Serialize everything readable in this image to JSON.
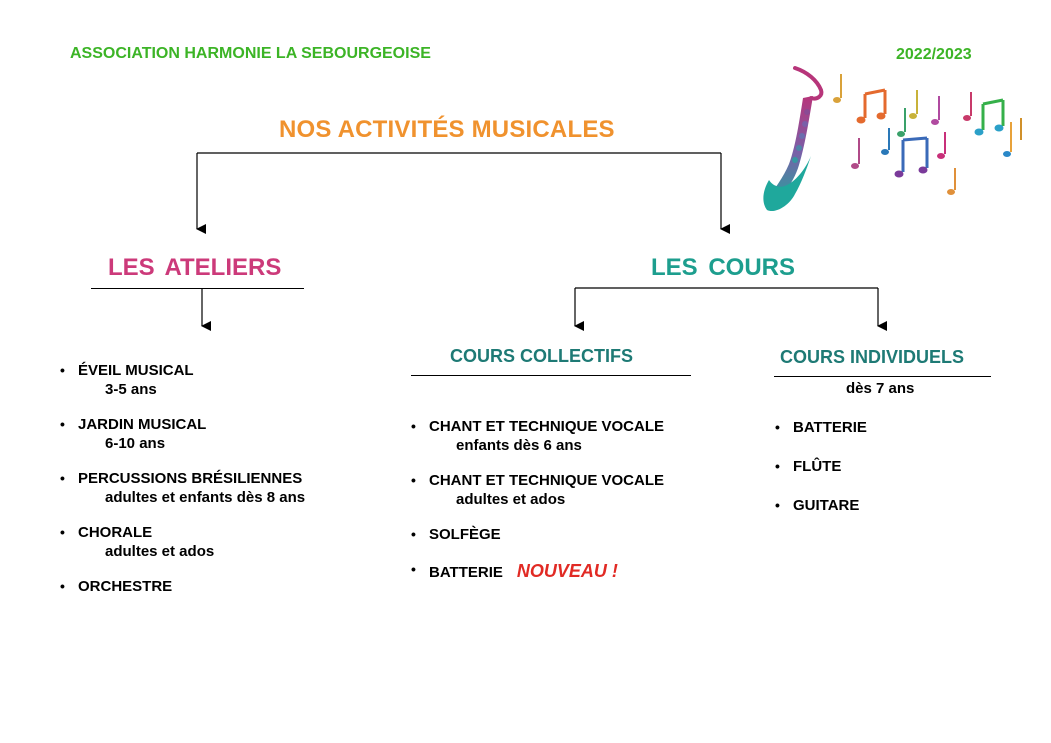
{
  "header": {
    "association": "ASSOCIATION HARMONIE LA SEBOURGEOISE",
    "season": "2022/2023"
  },
  "title": "NOS ACTIVITÉS MUSICALES",
  "ateliers": {
    "heading": "LES  ATELIERS",
    "items": [
      {
        "label": "ÉVEIL MUSICAL",
        "detail": "3-5 ans"
      },
      {
        "label": "JARDIN MUSICAL",
        "detail": "6-10 ans"
      },
      {
        "label": "PERCUSSIONS BRÉSILIENNES",
        "detail": "adultes et enfants dès 8 ans"
      },
      {
        "label": "CHORALE",
        "detail": "adultes et ados"
      },
      {
        "label": "ORCHESTRE",
        "detail": ""
      }
    ]
  },
  "cours": {
    "heading": "LES  COURS",
    "collectifs": {
      "heading": "COURS COLLECTIFS",
      "items": [
        {
          "label": "CHANT ET TECHNIQUE VOCALE",
          "detail": "enfants dès 6 ans"
        },
        {
          "label": "CHANT ET TECHNIQUE VOCALE",
          "detail": "adultes et ados"
        },
        {
          "label": "SOLFÈGE",
          "detail": ""
        },
        {
          "label": "BATTERIE",
          "detail": "",
          "badge": "NOUVEAU !"
        }
      ]
    },
    "individuels": {
      "heading": "COURS INDIVIDUELS",
      "subheading": "dès 7 ans",
      "items": [
        {
          "label": "BATTERIE"
        },
        {
          "label": "FLÛTE"
        },
        {
          "label": "GUITARE"
        }
      ]
    }
  },
  "colors": {
    "header_green": "#3cb426",
    "title_orange": "#f0922e",
    "ateliers_pink": "#cc3a7a",
    "cours_teal": "#1d9e8e",
    "sub_teal": "#1e7a75",
    "nouveau_red": "#e12a24"
  },
  "illustration": {
    "icon": "saxophone-with-music-notes-icon"
  }
}
